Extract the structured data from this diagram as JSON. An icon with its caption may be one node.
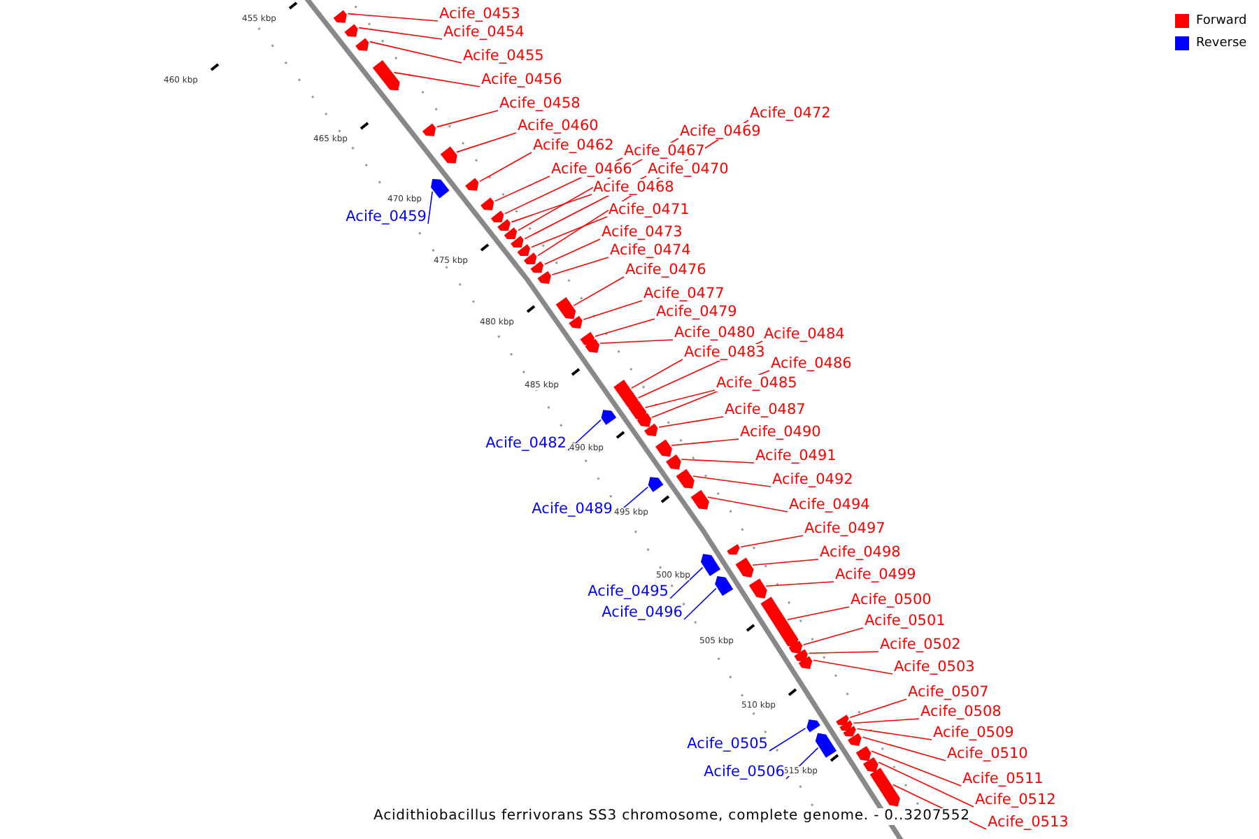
{
  "diagram": {
    "caption": "Acidithiobacillus ferrivorans SS3 chromosome, complete genome. - 0..3207552",
    "nodes": [
      {
        "text": [
          "Acife_0453"
        ]
      },
      {
        "text": [],
        "shape": "bar"
      },
      {
        "text": [
          "Acife_0454"
        ]
      },
      {
        "text": [],
        "shape": "bar"
      },
      {
        "text": [
          "Acife_0455"
        ]
      },
      {
        "text": [],
        "shape": "bar"
      },
      {
        "text": [
          "Acife_0456"
        ]
      },
      {
        "text": [],
        "shape": "bar"
      },
      {
        "text": [
          "Acife_0458"
        ]
      },
      {
        "text": [],
        "shape": "bar"
      },
      {
        "text": [
          "Acife_0472"
        ]
      },
      {
        "text": [],
        "shape": "bar"
      },
      {
        "text": [
          "Acife_0460"
        ]
      },
      {
        "text": [],
        "shape": "bar"
      },
      {
        "text": [
          "Acife_0469"
        ]
      },
      {
        "text": [],
        "shape": "bar"
      },
      {
        "text": [
          "Acife_0462"
        ]
      },
      {
        "text": [],
        "shape": "bar"
      },
      {
        "text": [
          "Acife_0467"
        ]
      },
      {
        "text": [],
        "shape": "bar"
      },
      {
        "text": [
          "Acife_0466"
        ]
      },
      {
        "text": [],
        "shape": "bar"
      },
      {
        "text": [
          "Acife_0470"
        ]
      },
      {
        "text": [],
        "shape": "bar"
      },
      {
        "text": [
          "Acife_0468"
        ]
      },
      {
        "text": [],
        "shape": "bar"
      },
      {
        "text": [
          "Acife_0471"
        ]
      },
      {
        "text": [],
        "shape": "bar"
      },
      {
        "text": [
          "Acife_0459"
        ]
      },
      {
        "text": [],
        "shape": "bar"
      },
      {
        "text": [
          "Acife_0473"
        ]
      },
      {
        "text": [],
        "shape": "bar"
      },
      {
        "text": [
          "Acife_0474"
        ]
      },
      {
        "text": [],
        "shape": "bar"
      },
      {
        "text": [
          "Acife_0476"
        ]
      },
      {
        "text": [],
        "shape": "bar"
      },
      {
        "text": [
          "Acife_0477"
        ]
      },
      {
        "text": [],
        "shape": "bar"
      },
      {
        "text": [
          "Acife_0479"
        ]
      },
      {
        "text": [],
        "shape": "bar"
      },
      {
        "text": [
          "Acife_0480"
        ]
      },
      {
        "text": [],
        "shape": "bar"
      },
      {
        "text": [
          "Acife_0484"
        ]
      },
      {
        "text": [],
        "shape": "bar"
      },
      {
        "text": [
          "Acife_0483"
        ]
      },
      {
        "text": [],
        "shape": "bar"
      },
      {
        "text": [
          "Acife_0486"
        ]
      },
      {
        "text": [],
        "shape": "bar"
      },
      {
        "text": [
          "Acife_0485"
        ]
      },
      {
        "text": [],
        "shape": "bar"
      },
      {
        "text": [
          "Acife_0487"
        ]
      },
      {
        "text": [],
        "shape": "bar"
      },
      {
        "text": [
          "Acife_0490"
        ]
      },
      {
        "text": [],
        "shape": "bar"
      },
      {
        "text": [
          "Acife_0482"
        ]
      },
      {
        "text": [],
        "shape": "bar"
      },
      {
        "text": [
          "Acife_0491"
        ]
      },
      {
        "text": [],
        "shape": "bar"
      },
      {
        "text": [
          "Acife_0492"
        ]
      },
      {
        "text": [],
        "shape": "bar"
      },
      {
        "text": [
          "Acife_0494"
        ]
      },
      {
        "text": [],
        "shape": "bar"
      },
      {
        "text": [
          "Acife_0489"
        ]
      },
      {
        "text": [],
        "shape": "bar"
      },
      {
        "text": [
          "Acife_0497"
        ]
      },
      {
        "text": [],
        "shape": "bar"
      },
      {
        "text": [
          "Acife_0498"
        ]
      },
      {
        "text": [],
        "shape": "bar"
      },
      {
        "text": [
          "Acife_0499"
        ]
      },
      {
        "text": [],
        "shape": "bar"
      },
      {
        "text": [
          "Acife_0495"
        ]
      },
      {
        "text": [],
        "shape": "bar"
      },
      {
        "text": [
          "Acife_0500"
        ]
      },
      {
        "text": [],
        "shape": "bar"
      },
      {
        "text": [
          "Acife_0496"
        ]
      },
      {
        "text": [],
        "shape": "bar"
      },
      {
        "text": [
          "Acife_0501"
        ]
      },
      {
        "text": [],
        "shape": "bar"
      },
      {
        "text": [
          "Acife_0502"
        ]
      },
      {
        "text": [],
        "shape": "bar"
      },
      {
        "text": [
          "Acife_0503"
        ]
      },
      {
        "text": [],
        "shape": "bar"
      },
      {
        "text": [
          "Acife_0507"
        ]
      },
      {
        "text": [],
        "shape": "bar"
      },
      {
        "text": [
          "Acife_0508"
        ]
      },
      {
        "text": [],
        "shape": "bar"
      },
      {
        "text": [
          "Acife_0509"
        ]
      },
      {
        "text": [],
        "shape": "bar"
      },
      {
        "text": [
          "Acife_0505"
        ]
      },
      {
        "text": [],
        "shape": "bar"
      },
      {
        "text": [
          "Acife_0510"
        ]
      },
      {
        "text": [],
        "shape": "bar"
      },
      {
        "text": [
          "Acife_0506"
        ]
      },
      {
        "text": [],
        "shape": "bar"
      },
      {
        "text": [
          "Acife_0511"
        ]
      },
      {
        "text": [],
        "shape": "bar"
      },
      {
        "text": [
          "Acife_0512"
        ]
      },
      {
        "text": [],
        "shape": "bar"
      },
      {
        "text": [
          "Acife_0513"
        ]
      },
      {
        "text": [],
        "shape": "bar"
      }
    ],
    "edges": [
      {
        "from": 0,
        "to": 1,
        "arrow": "none"
      },
      {
        "from": 2,
        "to": 3,
        "arrow": "none"
      },
      {
        "from": 4,
        "to": 5,
        "arrow": "none"
      },
      {
        "from": 6,
        "to": 7,
        "arrow": "none"
      },
      {
        "from": 8,
        "to": 9,
        "arrow": "none"
      },
      {
        "from": 10,
        "to": 11,
        "arrow": "none"
      },
      {
        "from": 12,
        "to": 13,
        "arrow": "none"
      },
      {
        "from": 14,
        "to": 15,
        "arrow": "none"
      },
      {
        "from": 16,
        "to": 17,
        "arrow": "none"
      },
      {
        "from": 18,
        "to": 19,
        "arrow": "none"
      },
      {
        "from": 20,
        "to": 21,
        "arrow": "none"
      },
      {
        "from": 22,
        "to": 23,
        "arrow": "none"
      },
      {
        "from": 24,
        "to": 25,
        "arrow": "none"
      },
      {
        "from": 26,
        "to": 27,
        "arrow": "none"
      },
      {
        "from": 28,
        "to": 29,
        "arrow": "none",
        "color": "#0000ff"
      },
      {
        "from": 30,
        "to": 31,
        "arrow": "none"
      },
      {
        "from": 32,
        "to": 33,
        "arrow": "none"
      },
      {
        "from": 34,
        "to": 35,
        "arrow": "none"
      },
      {
        "from": 36,
        "to": 37,
        "arrow": "none"
      },
      {
        "from": 38,
        "to": 39,
        "arrow": "none"
      },
      {
        "from": 40,
        "to": 41,
        "arrow": "none"
      },
      {
        "from": 42,
        "to": 43,
        "arrow": "none"
      },
      {
        "from": 44,
        "to": 45,
        "arrow": "none"
      },
      {
        "from": 46,
        "to": 47,
        "arrow": "none"
      },
      {
        "from": 48,
        "to": 49,
        "arrow": "none"
      },
      {
        "from": 50,
        "to": 51,
        "arrow": "none"
      },
      {
        "from": 52,
        "to": 53,
        "arrow": "none"
      },
      {
        "from": 54,
        "to": 55,
        "arrow": "none",
        "color": "#0000ff"
      },
      {
        "from": 56,
        "to": 57,
        "arrow": "none"
      },
      {
        "from": 58,
        "to": 59,
        "arrow": "none"
      },
      {
        "from": 60,
        "to": 61,
        "arrow": "none"
      },
      {
        "from": 62,
        "to": 63,
        "arrow": "none",
        "color": "#0000ff"
      },
      {
        "from": 64,
        "to": 65,
        "arrow": "none"
      },
      {
        "from": 66,
        "to": 67,
        "arrow": "none"
      },
      {
        "from": 68,
        "to": 69,
        "arrow": "none"
      },
      {
        "from": 70,
        "to": 71,
        "arrow": "none",
        "color": "#0000ff"
      },
      {
        "from": 72,
        "to": 73,
        "arrow": "none"
      },
      {
        "from": 74,
        "to": 75,
        "arrow": "none",
        "color": "#0000ff"
      },
      {
        "from": 76,
        "to": 77,
        "arrow": "none"
      },
      {
        "from": 78,
        "to": 79,
        "arrow": "none"
      },
      {
        "from": 80,
        "to": 81,
        "arrow": "none"
      },
      {
        "from": 82,
        "to": 83,
        "arrow": "none"
      },
      {
        "from": 84,
        "to": 85,
        "arrow": "none"
      },
      {
        "from": 86,
        "to": 87,
        "arrow": "none"
      },
      {
        "from": 88,
        "to": 89,
        "arrow": "none",
        "color": "#0000ff"
      },
      {
        "from": 90,
        "to": 91,
        "arrow": "none"
      },
      {
        "from": 92,
        "to": 93,
        "arrow": "none",
        "color": "#0000ff"
      },
      {
        "from": 94,
        "to": 95,
        "arrow": "none"
      },
      {
        "from": 96,
        "to": 97,
        "arrow": "none"
      },
      {
        "from": 98,
        "to": 99,
        "arrow": "none"
      }
    ],
    "labels": [
      "455 kbp",
      "460 kbp",
      "465 kbp",
      "470 kbp",
      "475 kbp",
      "480 kbp",
      "485 kbp",
      "490 kbp",
      "495 kbp",
      "500 kbp",
      "505 kbp",
      "510 kbp",
      "515 kbp"
    ],
    "legend": [
      {
        "text": "Forward",
        "color": "#ff0000"
      },
      {
        "text": "Reverse",
        "color": "#0000ff"
      }
    ]
  }
}
